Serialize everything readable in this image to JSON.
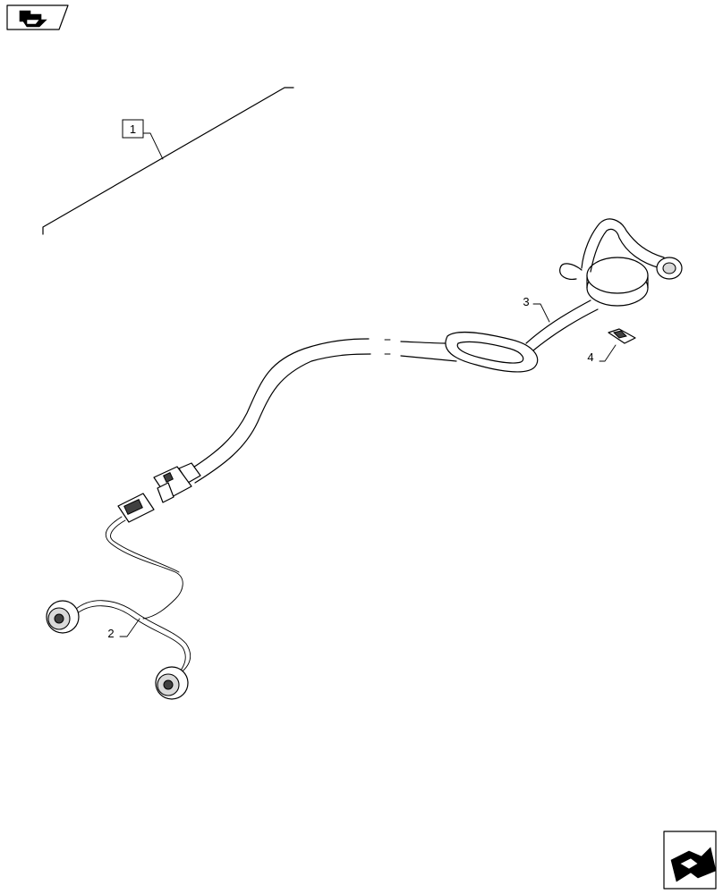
{
  "nav_icons": {
    "top_left": "previous-page-icon",
    "bottom_right": "next-page-icon"
  },
  "callouts": {
    "one": "1",
    "two": "2",
    "three": "3",
    "four": "4"
  },
  "colors": {
    "line": "#000000",
    "background": "#ffffff",
    "fill_grey": "#d9d9d9",
    "fill_dark": "#404040"
  }
}
